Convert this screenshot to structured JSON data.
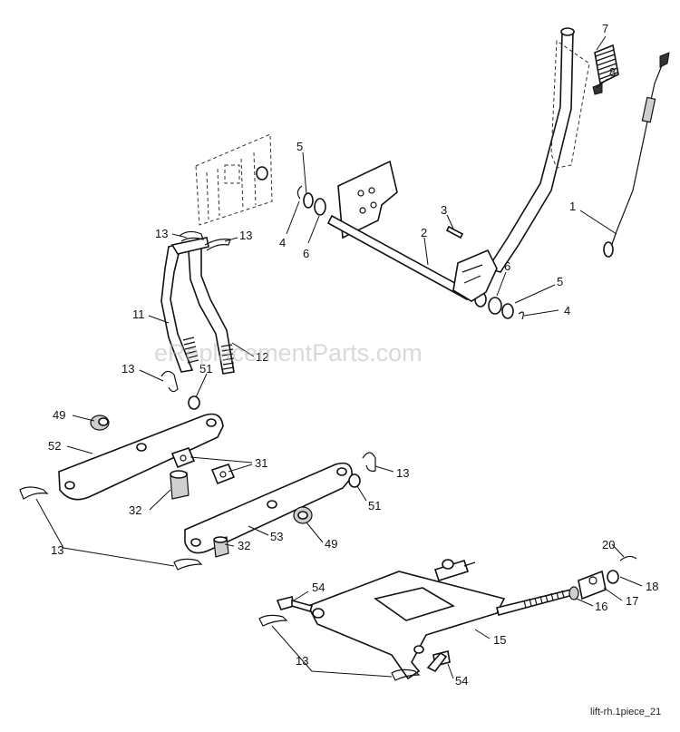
{
  "watermark": "eReplacementParts.com",
  "caption": "lift-rh.1piece_21",
  "callouts": {
    "p1": "1",
    "p2": "2",
    "p3": "3",
    "p4a": "4",
    "p4b": "4",
    "p5a": "5",
    "p5b": "5",
    "p6a": "6",
    "p6b": "6",
    "p7": "7",
    "p8": "8",
    "p11": "11",
    "p12": "12",
    "p13a": "13",
    "p13b": "13",
    "p13c": "13",
    "p13d": "13",
    "p13e": "13",
    "p13f": "13",
    "p15": "15",
    "p16": "16",
    "p17": "17",
    "p18": "18",
    "p20": "20",
    "p31": "31",
    "p32a": "32",
    "p32b": "32",
    "p49a": "49",
    "p49b": "49",
    "p51a": "51",
    "p51b": "51",
    "p52": "52",
    "p53": "53",
    "p54a": "54",
    "p54b": "54"
  }
}
